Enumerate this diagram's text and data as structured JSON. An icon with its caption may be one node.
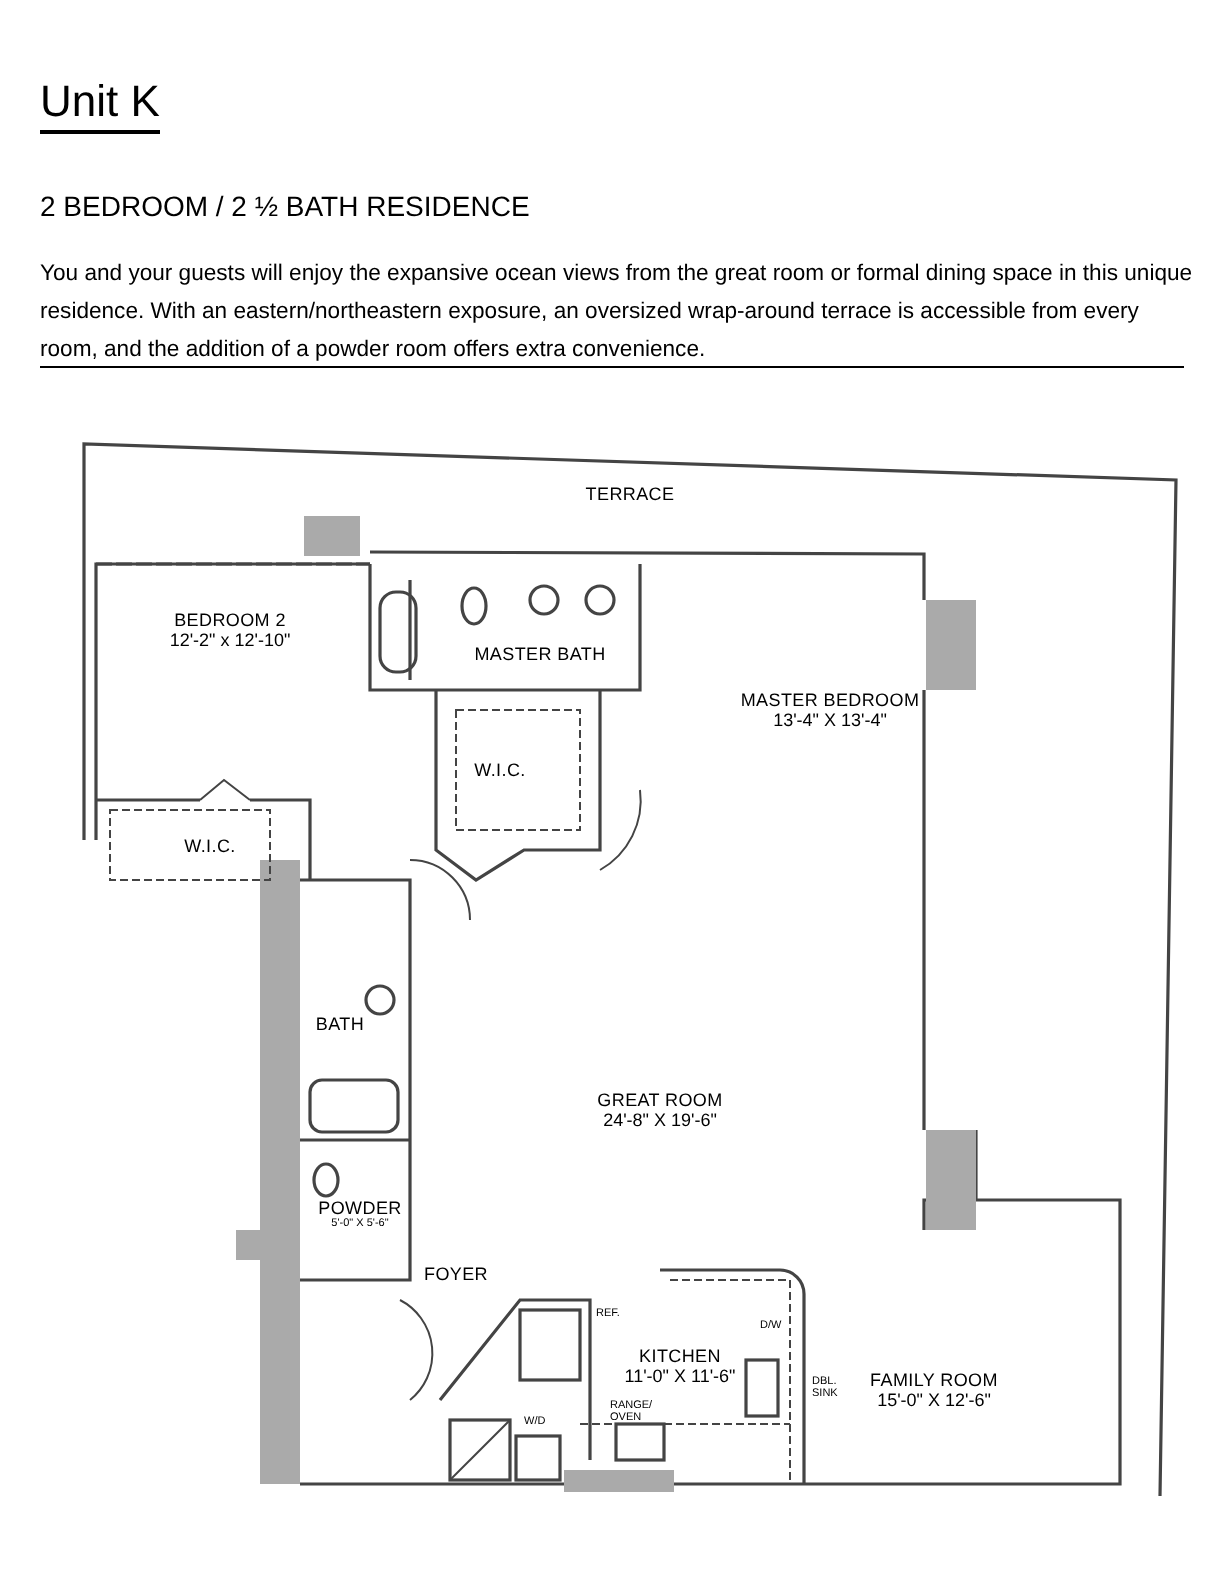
{
  "diagram": {
    "title": "Unit K",
    "nodes": [
      {
        "text": [
          "TERRACE"
        ]
      },
      {
        "text": [
          "BEDROOM 2",
          "12'-2\" x 12'-10\""
        ]
      },
      {
        "text": [
          "MASTER BATH"
        ]
      },
      {
        "text": [
          "MASTER BEDROOM",
          "13'-4\" X 13'-4\""
        ]
      },
      {
        "text": [
          "W.I.C."
        ]
      },
      {
        "text": [
          "W.I.C."
        ]
      },
      {
        "text": [
          "GREAT ROOM",
          "24'-8\" X 19'-6\""
        ]
      },
      {
        "text": [
          "BATH"
        ]
      },
      {
        "text": [
          "POWDER",
          "5'-0\" X 5'-6\""
        ]
      },
      {
        "text": [
          "FOYER"
        ]
      },
      {
        "text": [
          "KITCHEN",
          "11'-0\" X 11'-6\""
        ]
      },
      {
        "text": [
          "FAMILY ROOM",
          "15'-0\" X 12'-6\""
        ]
      }
    ],
    "labels": [
      "2 BEDROOM / 2 ½ BATH RESIDENCE",
      "You and your guests will enjoy the expansive ocean views from the great room or formal dining space in this unique residence. With an eastern/northeastern exposure, an oversized wrap-around terrace is accessible from every room, and the addition of a powder room offers extra convenience.",
      "REF.",
      "D/W",
      "DBL. SINK",
      "RANGE/ OVEN",
      "W/D"
    ]
  }
}
